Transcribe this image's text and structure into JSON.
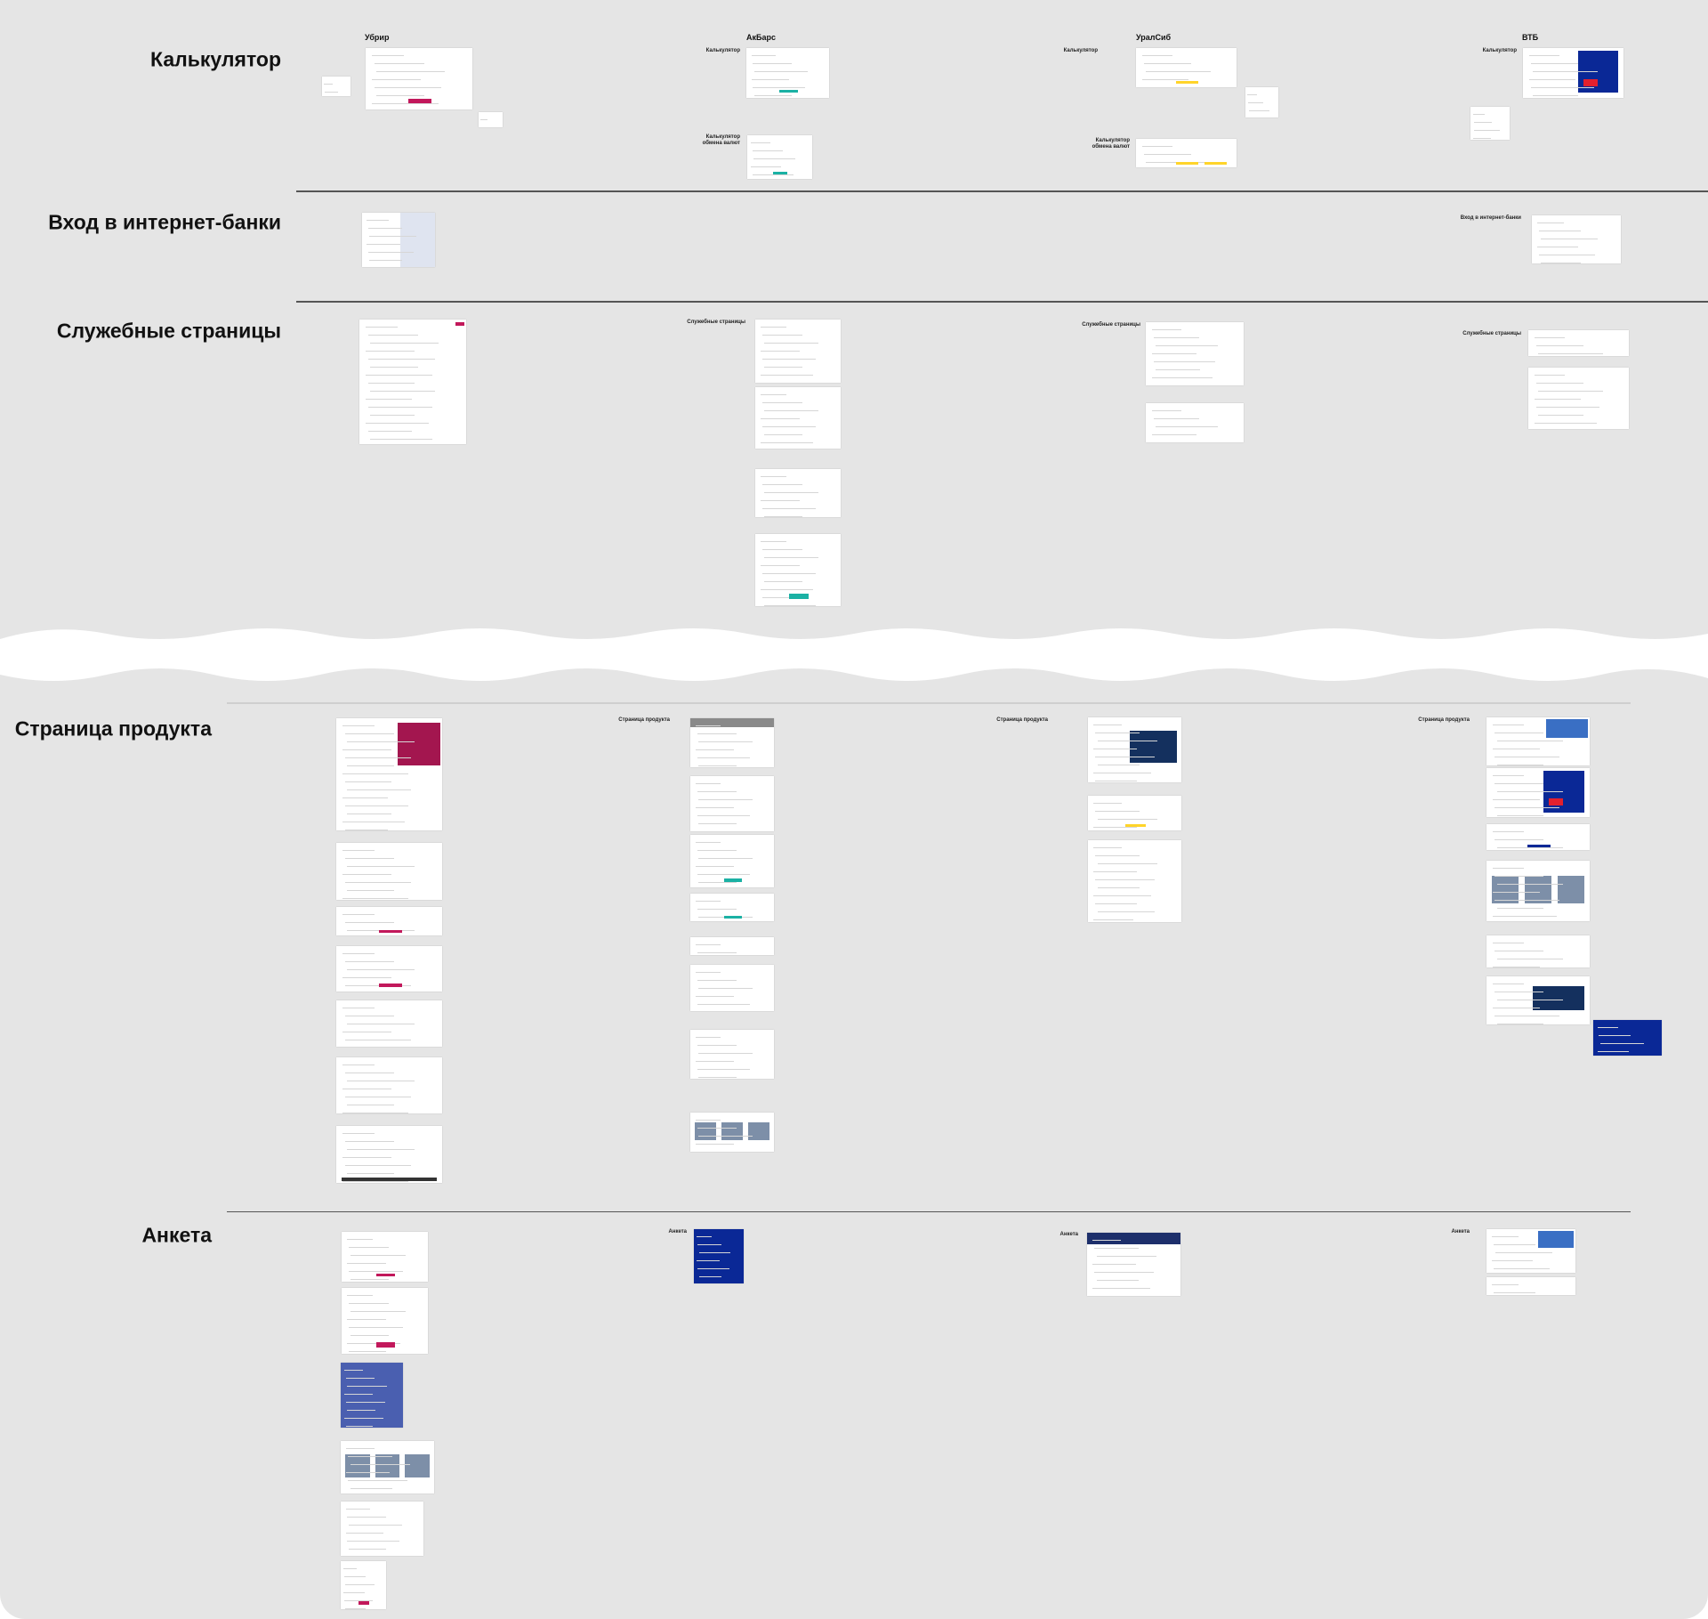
{
  "sections": {
    "calculator": "Калькулятор",
    "login": "Вход в интернет-банки",
    "service": "Служебные страницы",
    "product": "Страница продукта",
    "form": "Анкета"
  },
  "banks": [
    "Убрир",
    "АкБарс",
    "УралСиб",
    "ВТБ"
  ],
  "labels": {
    "calculator": "Калькулятор",
    "exchange_calculator": "Калькулятор обмена валют",
    "login": "Вход в интернет-банки",
    "service": "Служебные страницы",
    "product": "Страница продукта",
    "form": "Анкета"
  },
  "colors": {
    "background": "#e5e5e5",
    "ubrir": "#c2185b",
    "akbars": "#1bb1a4",
    "uralsib": "#ffd42a",
    "vtb": "#0a2896",
    "vtb_red": "#e3202e"
  }
}
